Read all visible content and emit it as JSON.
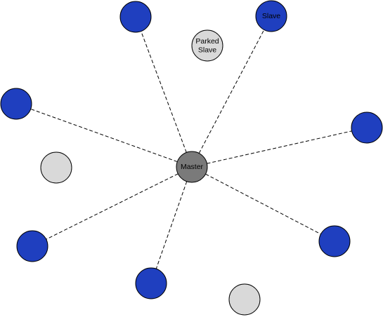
{
  "diagram": {
    "colors": {
      "slave": "#1f3fbf",
      "parked": "#d9d9d9",
      "master": "#7a7a7a",
      "edge": "#000000",
      "outline": "#000000"
    },
    "master": {
      "label": "Master"
    },
    "slaves": [
      {
        "label": ""
      },
      {
        "label": "Slave"
      },
      {
        "label": ""
      },
      {
        "label": ""
      },
      {
        "label": ""
      },
      {
        "label": ""
      },
      {
        "label": ""
      }
    ],
    "parked": [
      {
        "label_lines": [
          "Parked",
          "Slave"
        ]
      },
      {
        "label_lines": []
      },
      {
        "label_lines": []
      }
    ]
  }
}
